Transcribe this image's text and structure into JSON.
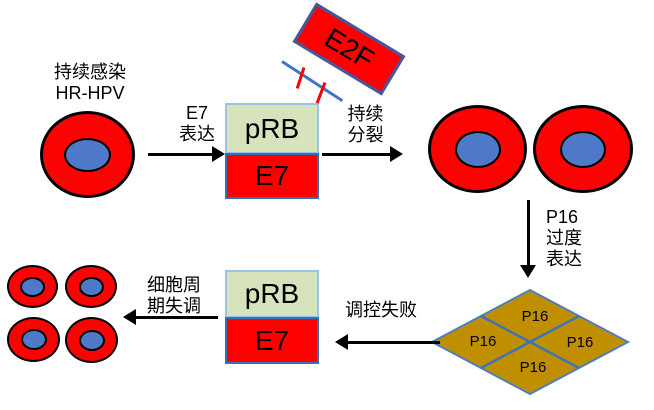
{
  "diagram_title": "HR-HPV persistent infection / pRB-E7 / P16 pathway diagram",
  "stage_infection": {
    "line1": "持续感染",
    "line2": "HR-HPV"
  },
  "arrow_e7_expression": {
    "line1": "E7",
    "line2": "表达"
  },
  "complex1": {
    "top": "pRB",
    "bottom": "E7"
  },
  "e2f": {
    "label": "E2F"
  },
  "arrow_continuous_division": {
    "line1": "持续",
    "line2": "分裂"
  },
  "arrow_p16_overexpression": {
    "line1": "P16",
    "line2": "过度",
    "line3": "表达"
  },
  "p16_cluster": {
    "top": "P16",
    "left": "P16",
    "right": "P16",
    "bottom": "P16"
  },
  "arrow_regulation_failure": {
    "label": "调控失败"
  },
  "complex2": {
    "top": "pRB",
    "bottom": "E7"
  },
  "arrow_cell_cycle_dysregulation": {
    "line1": "细胞周",
    "line2": "期失调"
  },
  "colors": {
    "cell_fill": "#FB0303",
    "cell_border": "#000000",
    "nucleus_fill": "#4E79C8",
    "prb_fill": "#D6E3BC",
    "prb_border": "#9CC3E6",
    "e7_fill": "#FF0000",
    "e7_border": "#2E75B6",
    "e2f_fill": "#FF0000",
    "e2f_border": "#41599E",
    "p16_fill": "#BF8F00",
    "p16_border": "#4E7FBC",
    "block_line": "#4472C4",
    "block_slash": "#FF0000",
    "arrow": "#000000"
  }
}
